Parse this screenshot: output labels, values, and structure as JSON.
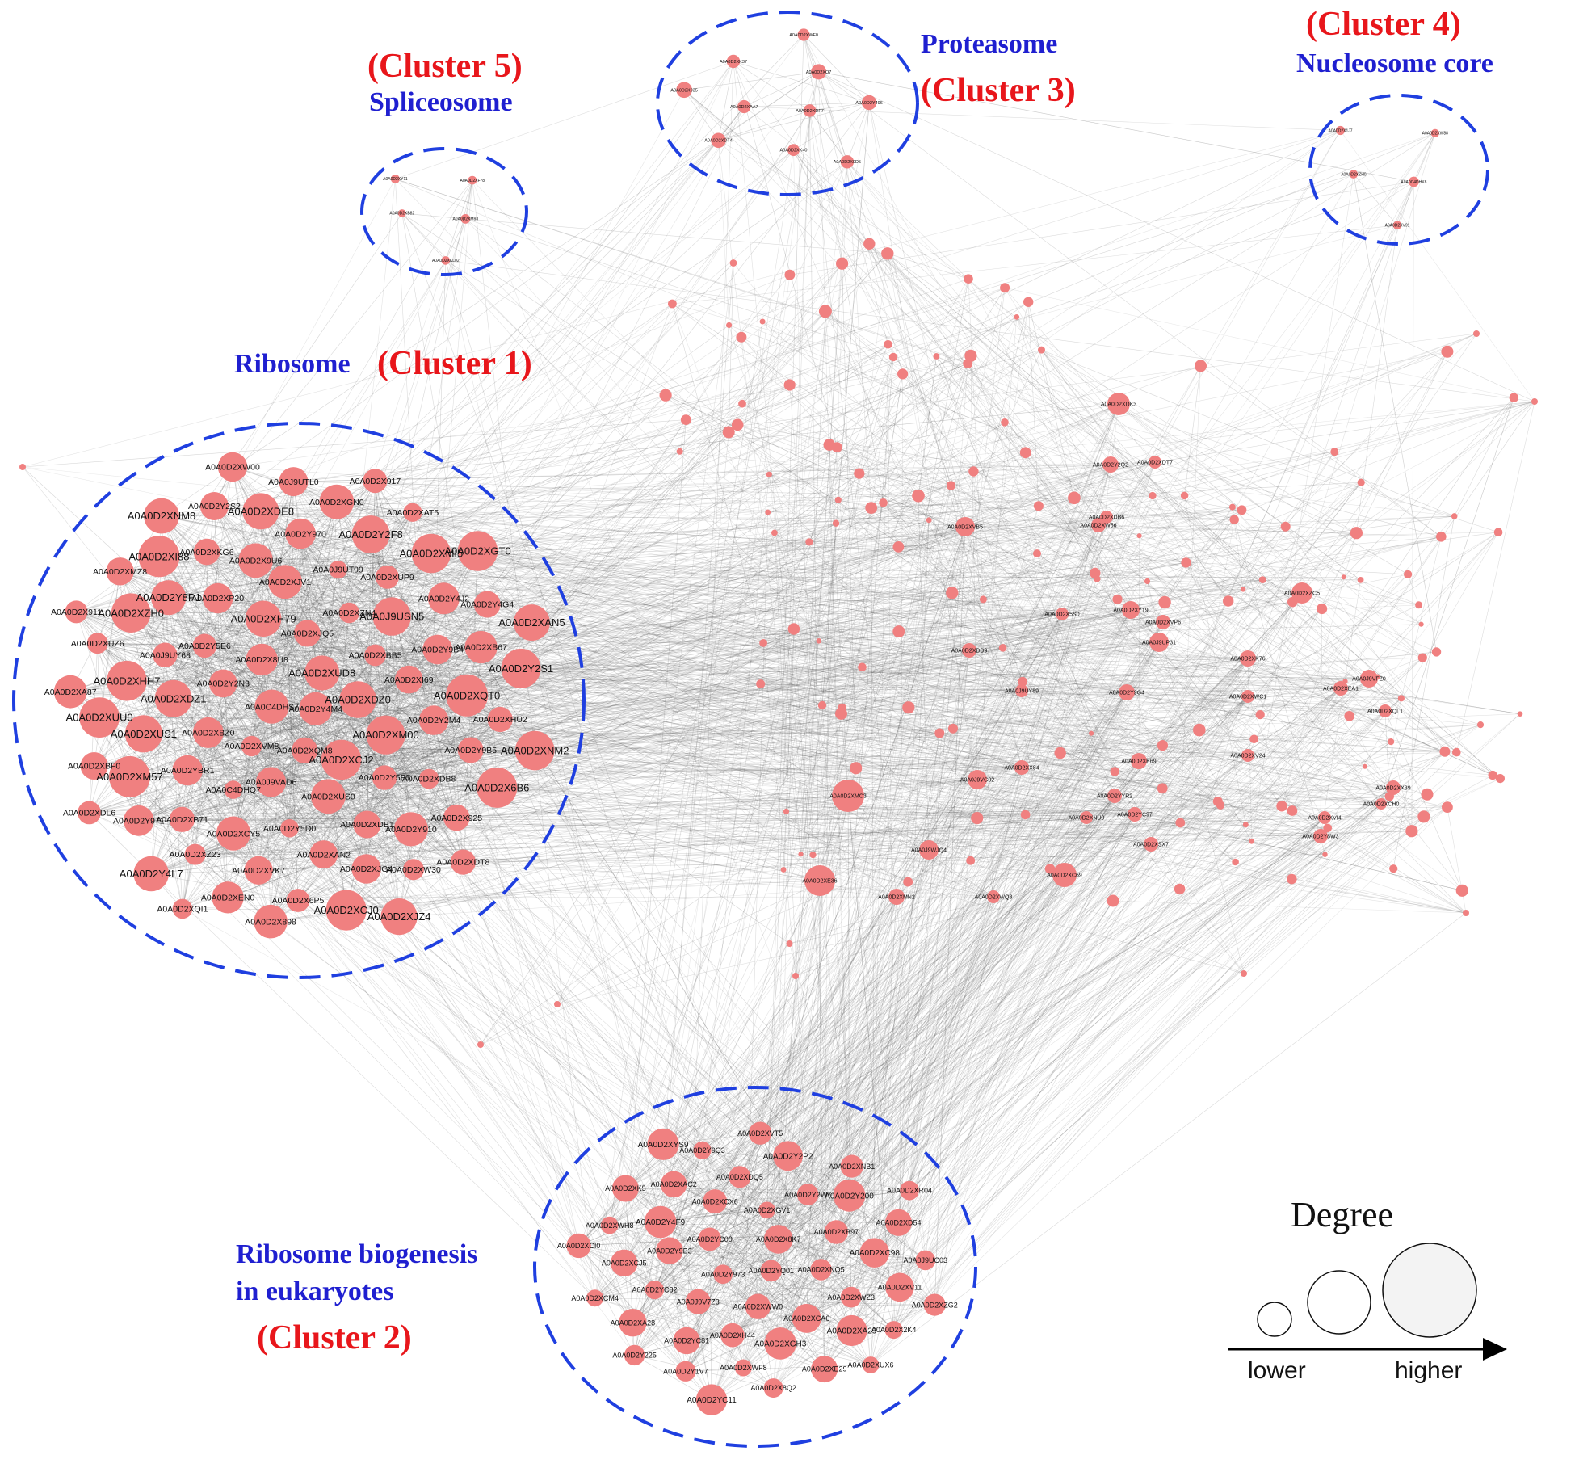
{
  "clusters": [
    {
      "id": "c1",
      "name": "Ribosome",
      "tag": "(Cluster 1)"
    },
    {
      "id": "c2",
      "name": "Ribosome biogenesis",
      "name2": "in eukaryotes",
      "tag": "(Cluster 2)"
    },
    {
      "id": "c3",
      "name": "Proteasome",
      "tag": "(Cluster 3)"
    },
    {
      "id": "c4",
      "name": "Nucleosome core",
      "tag": "(Cluster 4)"
    },
    {
      "id": "c5",
      "name": "Spliceosome",
      "tag": "(Cluster 5)"
    }
  ],
  "legend": {
    "title": "Degree",
    "low": "lower",
    "high": "higher"
  },
  "colors": {
    "node": "#f08080",
    "edge": "#555555",
    "cluster_outline": "#1f3fe0",
    "cluster_name": "#1f1fd0",
    "cluster_tag": "#e8161b"
  },
  "nodes": {
    "cluster1": [
      "A0A0D2Y4M4",
      "A0A0C4DHS7",
      "A0A0D2XUD8",
      "A0A0D2XQM8",
      "A0A0D2X8U8",
      "A0A0D2XDZ0",
      "A0A0D2XVM8",
      "A0A0D2XJQ5",
      "A0A0D2XCJ2",
      "A0A0D2Y2N3",
      "A0A0D2XBB5",
      "A0A0J9VAD6",
      "A0A0D2XH79",
      "A0A0D2XM00",
      "A0A0D2XBZ0",
      "A0A0D2XZN4",
      "A0A0D2XUS0",
      "A0A0D2Y5E6",
      "A0A0D2XI69",
      "A0A0C4DHQ7",
      "A0A0D2XJV1",
      "A0A0D2Y5E5",
      "A0A0D2XDZ1",
      "A0A0J9USN5",
      "A0A0D2Y5D0",
      "A0A0D2XP20",
      "A0A0D2Y2M4",
      "A0A0D2YBR1",
      "A0A0J9UT99",
      "A0A0D2XDB1",
      "A0A0J9UY68",
      "A0A0D2Y9B4",
      "A0A0D2XCY5",
      "A0A0D2X9U6",
      "A0A0D2XDB8",
      "A0A0D2XUS1",
      "A0A0D2XUP9",
      "A0A0D2XAN2",
      "A0A0D2Y8P1",
      "A0A0D2XQT0",
      "A0A0D2XB71",
      "A0A0D2Y970",
      "A0A0D2Y910",
      "A0A0D2XHH7",
      "A0A0D2Y4J2",
      "A0A0D2XVK7",
      "A0A0D2XKG6",
      "A0A0D2Y9B5",
      "A0A0D2XM57",
      "A0A0D2Y2F8",
      "A0A0D2XJG4",
      "A0A0D2XZH0",
      "A0A0D2XB67",
      "A0A0D2XZ23",
      "A0A0D2XDE8",
      "A0A0D2X925",
      "A0A0D2XUU0",
      "A0A0D2XMI5",
      "A0A0D2X6P5",
      "A0A0D2XI88",
      "A0A0D2XHU2",
      "A0A0D2Y971",
      "A0A0D2XGN0",
      "A0A0D2XW30",
      "A0A0D2XUZ6",
      "A0A0D2Y4G4",
      "A0A0D2XEN0",
      "A0A0D2Y2S2",
      "A0A0D2X6B6",
      "A0A0D2XBF0",
      "A0A0D2XAT5",
      "A0A0D2XCJ0",
      "A0A0D2XMZ8",
      "A0A0D2Y2S1",
      "A0A0D2Y4L7",
      "A0A0J9UTL0",
      "A0A0D2XDT8",
      "A0A0D2XA87",
      "A0A0D2XGT0",
      "A0A0D2X898",
      "A0A0D2XNM8",
      "A0A0D2XNM2",
      "A0A0D2XDL6",
      "A0A0D2X917",
      "A0A0D2XJZ4",
      "A0A0D2X911",
      "A0A0D2XAN5",
      "A0A0D2XQI1",
      "A0A0D2XW00"
    ],
    "cluster2": [
      "A0A0D2YQ01",
      "A0A0D2Y973",
      "A0A0D2X8K7",
      "A0A0D2XWW0",
      "A0A0D2YC00",
      "A0A0D2XNQ5",
      "A0A0J9V7Z3",
      "A0A0D2XGV1",
      "A0A0D2XCA6",
      "A0A0D2Y9B3",
      "A0A0D2XB97",
      "A0A0D2XH44",
      "A0A0D2XCX6",
      "A0A0D2XWZ3",
      "A0A0D2YC82",
      "A0A0D2Y2W7",
      "A0A0D2XGH3",
      "A0A0D2Y4F9",
      "A0A0D2XC98",
      "A0A0D2YC81",
      "A0A0D2XDQ5",
      "A0A0D2XA29",
      "A0A0D2XCJ5",
      "A0A0D2Y200",
      "A0A0D2XWF8",
      "A0A0D2XAC2",
      "A0A0D2XV11",
      "A0A0D2XA28",
      "A0A0D2Y2P2",
      "A0A0D2XE29",
      "A0A0D2XWH8",
      "A0A0D2XD54",
      "A0A0D2Y1V7",
      "A0A0D2Y9Q3",
      "A0A0D2X2K4",
      "A0A0D2XCM4",
      "A0A0D2XNB1",
      "A0A0D2X8Q2",
      "A0A0D2XK5",
      "A0A0J9UC03",
      "A0A0D2Y225",
      "A0A0D2XVT5",
      "A0A0D2XUX6",
      "A0A0D2XCI0",
      "A0A0D2XR04",
      "A0A0D2YC11",
      "A0A0D2XYS9",
      "A0A0D2XZG2"
    ],
    "cluster3": [
      "A0A0D2XDF7",
      "A0A0D2XAA7",
      "A0A0D2XQ7",
      "A0A0D2XK40",
      "A0A0D2XK37",
      "A0A0D2Y496",
      "A0A0D2XDT4",
      "A0A0D2XWF0",
      "A0A0D2X9D5",
      "A0A0D2X935"
    ],
    "cluster4": [
      "A0A0C4DHX8",
      "A0A0D2XZH0",
      "A0A0D2XW88",
      "A0A0D2XV91",
      "A0A0D2X1J7"
    ],
    "cluster5": [
      "A0A0D2XM93",
      "A0A0D2XB82",
      "A0A0D2XF78",
      "A0A0D2XKL02",
      "A0A0D2XY11"
    ],
    "hubs": [
      "A0A0D2XDK3",
      "A0A0D2Y2Q2",
      "A0A0D2XVB5",
      "A0A0D2XDB6",
      "A0A0D2XZC5",
      "A0A0D2XY19",
      "A0A0D2XVP6",
      "A0A0J9UP31",
      "A0A0D2XK76",
      "A0A0J9VFZ0",
      "A0A0D2XEA1",
      "A0A0D2XWC1",
      "A0A0D2XMC3",
      "A0A0J9VG02",
      "A0A0D2XX84",
      "A0A0D2XV24",
      "A0A0D2Y9G4",
      "A0A0D2XDD9",
      "A0A0D2X5S0",
      "A0A0J9UY89",
      "A0A0D2XE69",
      "A0A0D2YYR2",
      "A0A0D2YC97",
      "A0A0D2XNU0",
      "A0A0J9WJQ4",
      "A0A0D2XC69",
      "A0A0D2XE36",
      "A0A0D2XMN2",
      "A0A0D2XSX7",
      "A0A0D2Y8W3",
      "A0A0D2XVI4",
      "A0A0D2XX39",
      "A0A0D2XCH0",
      "A0A0D2XQL1",
      "A0A0D2XDT7",
      "A0A0D2XWQ3",
      "A0A0D2XW56"
    ]
  }
}
